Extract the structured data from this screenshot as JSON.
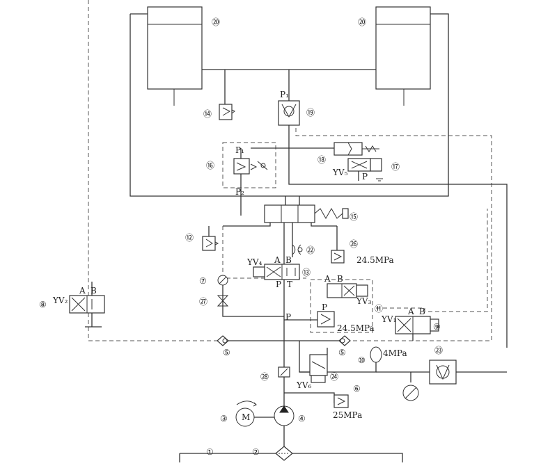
{
  "components": [
    {
      "id": "c20a",
      "num": "⑳"
    },
    {
      "id": "c20b",
      "num": "⑳"
    },
    {
      "id": "c14",
      "num": "⑭"
    },
    {
      "id": "c19",
      "num": "⑲"
    },
    {
      "id": "c16",
      "num": "⑯"
    },
    {
      "id": "c18",
      "num": "⑱"
    },
    {
      "id": "c17",
      "num": "⑰"
    },
    {
      "id": "c15",
      "num": "⑮"
    },
    {
      "id": "c12",
      "num": "⑫"
    },
    {
      "id": "c22",
      "num": "㉒"
    },
    {
      "id": "c26",
      "num": "㉖"
    },
    {
      "id": "c13",
      "num": "⑬"
    },
    {
      "id": "c7",
      "num": "⑦"
    },
    {
      "id": "c27",
      "num": "㉗"
    },
    {
      "id": "c8",
      "num": "⑧"
    },
    {
      "id": "c11",
      "num": "⑪"
    },
    {
      "id": "c9",
      "num": "⑨"
    },
    {
      "id": "c5a",
      "num": "⑤"
    },
    {
      "id": "c5b",
      "num": "⑤"
    },
    {
      "id": "c10",
      "num": "⑩"
    },
    {
      "id": "c23",
      "num": "㉓"
    },
    {
      "id": "c28",
      "num": "㉘"
    },
    {
      "id": "c24",
      "num": "㉔"
    },
    {
      "id": "c6",
      "num": "⑥"
    },
    {
      "id": "c3",
      "num": "③"
    },
    {
      "id": "c4",
      "num": "④"
    },
    {
      "id": "c1",
      "num": "①"
    },
    {
      "id": "c2",
      "num": "②"
    }
  ],
  "labels": {
    "p1_top": "P₁",
    "p1_valve16": "P₁",
    "p2_valve16": "P₂",
    "yv5": "YV₅",
    "p17": "P",
    "yv4": "YV₄",
    "a13": "A",
    "b13": "B",
    "p13": "P",
    "t13": "T",
    "pressure26": "24.5MPa",
    "a11": "A",
    "b11": "B",
    "yv3": "YV₃",
    "p11": "P",
    "pressure11": "24.5MPa",
    "p_main": "P",
    "yv2": "YV₂",
    "a8": "A",
    "b8": "B",
    "yv1": "YV₁",
    "a9": "A",
    "b9": "B",
    "pressure10": "4MPa",
    "yv6": "YV₆",
    "pressure6": "25MPa",
    "motor": "M"
  }
}
